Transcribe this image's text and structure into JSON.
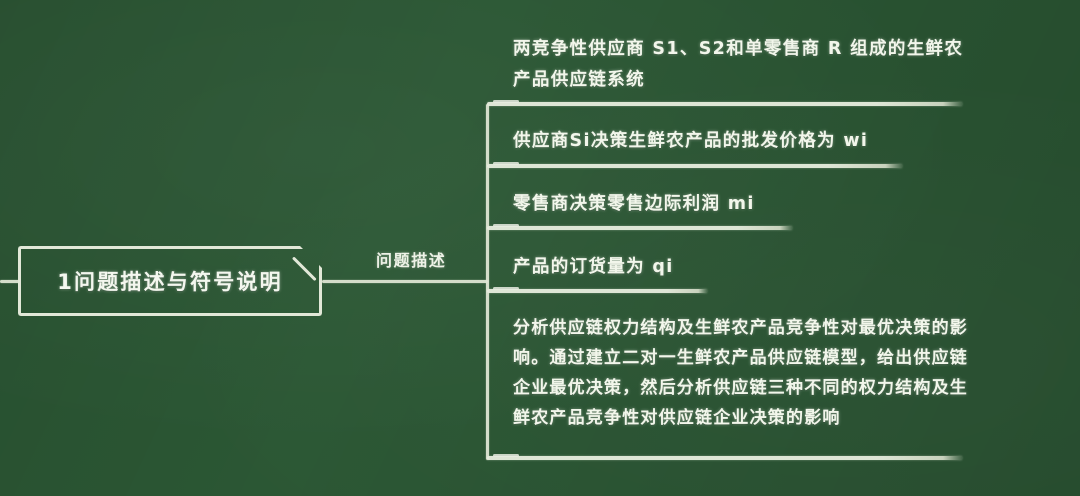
{
  "board": {
    "background_color": "#2b5734",
    "chalk_color": "#e2e8d8",
    "text_color": "#f2f6eb"
  },
  "root": {
    "label": "1问题描述与符号说明"
  },
  "branch": {
    "label": "问题描述"
  },
  "topics": [
    {
      "id": "topic-supply-chain-system",
      "text": "两竞争性供应商 S1、S2和单零售商 R 组成的生鲜农产品供应链系统"
    },
    {
      "id": "topic-wholesale-price",
      "text": "供应商Si决策生鲜农产品的批发价格为 wi"
    },
    {
      "id": "topic-retail-margin",
      "text": "零售商决策零售边际利润 mi"
    },
    {
      "id": "topic-order-quantity",
      "text": "产品的订货量为 qi"
    },
    {
      "id": "topic-analysis-goal",
      "text": "分析供应链权力结构及生鲜农产品竞争性对最优决策的影响。通过建立二对一生鲜农产品供应链模型，给出供应链企业最优决策，然后分析供应链三种不同的权力结构及生鲜农产品竞争性对供应链企业决策的影响"
    }
  ]
}
